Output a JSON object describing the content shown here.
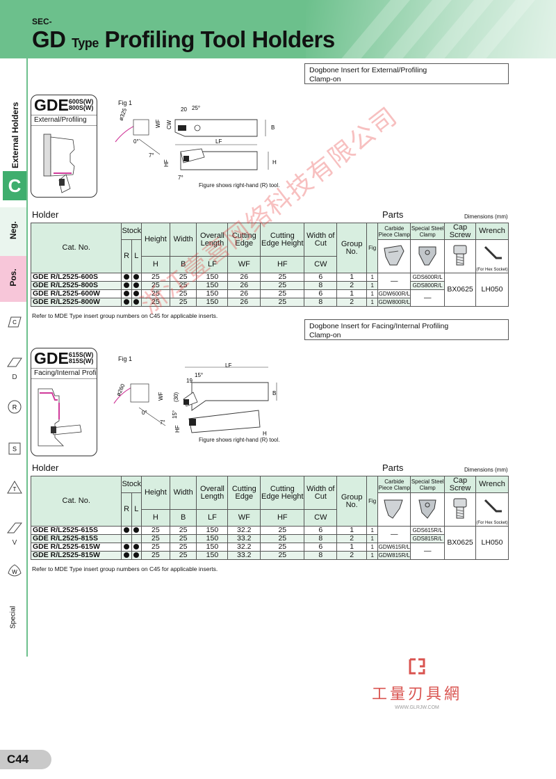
{
  "header": {
    "sec": "SEC-",
    "title_part1": "GD",
    "title_type": "Type",
    "title_part2": "Profiling Tool Holders"
  },
  "sidebar": {
    "external": "External Holders",
    "c": "C",
    "neg": "Neg.",
    "pos": "Pos.",
    "items": [
      "C",
      "D",
      "R",
      "S",
      "T",
      "V",
      "W"
    ],
    "special": "Special"
  },
  "section1": {
    "desc_line1": "Dogbone Insert for External/Profiling",
    "desc_line2": "Clamp-on",
    "model_main": "GDE",
    "model_sub1": "600S(W)",
    "model_sub2": "800S(W)",
    "model_caption": "External/Profiling",
    "fig": "Fig 1",
    "fig_note": "Figure shows right-hand (R) tool.",
    "dims": {
      "d1": "ø325",
      "d2": "20",
      "d3": "25°",
      "d4": "WF",
      "d5": "CW",
      "d6": "B",
      "d7": "LF",
      "d8": "0°",
      "d9": "7°",
      "d10": "HF",
      "d11": "H",
      "d12": "7°"
    },
    "holder_label": "Holder",
    "parts_label": "Parts",
    "dims_note": "Dimensions (mm)",
    "note": "Refer to MDE Type insert group numbers on C45 for applicable inserts.",
    "rows": [
      {
        "cat": "GDE R/L2525-600S",
        "r": true,
        "l": true,
        "h": "25",
        "b": "25",
        "lf": "150",
        "wf": "26",
        "hf": "25",
        "cw": "6",
        "grp": "1",
        "fig": "1",
        "carbide": "",
        "steel": "GDS600R/L"
      },
      {
        "cat": "GDE R/L2525-800S",
        "r": true,
        "l": true,
        "h": "25",
        "b": "25",
        "lf": "150",
        "wf": "26",
        "hf": "25",
        "cw": "8",
        "grp": "2",
        "fig": "1",
        "carbide": "",
        "steel": "GDS800R/L"
      },
      {
        "cat": "GDE R/L2525-600W",
        "r": true,
        "l": true,
        "h": "25",
        "b": "25",
        "lf": "150",
        "wf": "26",
        "hf": "25",
        "cw": "6",
        "grp": "1",
        "fig": "1",
        "carbide": "GDW600R/L",
        "steel": "—"
      },
      {
        "cat": "GDE R/L2525-800W",
        "r": true,
        "l": true,
        "h": "25",
        "b": "25",
        "lf": "150",
        "wf": "26",
        "hf": "25",
        "cw": "8",
        "grp": "2",
        "fig": "1",
        "carbide": "GDW800R/L",
        "steel": ""
      }
    ],
    "carbide_dash": "—",
    "screw": "BX0625",
    "wrench": "LH050"
  },
  "section2": {
    "desc_line1": "Dogbone Insert for Facing/Internal Profiling",
    "desc_line2": "Clamp-on",
    "model_main": "GDE",
    "model_sub1": "615S(W)",
    "model_sub2": "815S(W)",
    "model_caption": "Facing/Internal Profiling",
    "fig": "Fig 1",
    "fig_note": "Figure shows right-hand (R) tool.",
    "dims": {
      "d1": "ø260",
      "d2": "LF",
      "d3": "15°",
      "d4": "19",
      "d5": "WF",
      "d6": "(30)",
      "d7": "B",
      "d8": "15°",
      "d9": "0°",
      "d10": "7°",
      "d11": "HF",
      "d12": "H"
    },
    "holder_label": "Holder",
    "parts_label": "Parts",
    "dims_note": "Dimensions (mm)",
    "note": "Refer to MDE Type insert group numbers on C45 for applicable inserts.",
    "rows": [
      {
        "cat": "GDE R/L2525-615S",
        "r": true,
        "l": true,
        "h": "25",
        "b": "25",
        "lf": "150",
        "wf": "32.2",
        "hf": "25",
        "cw": "6",
        "grp": "1",
        "fig": "1",
        "carbide": "",
        "steel": "GDS615R/L"
      },
      {
        "cat": "GDE R/L2525-815S",
        "r": false,
        "l": false,
        "h": "25",
        "b": "25",
        "lf": "150",
        "wf": "33.2",
        "hf": "25",
        "cw": "8",
        "grp": "2",
        "fig": "1",
        "carbide": "",
        "steel": "GDS815R/L"
      },
      {
        "cat": "GDE R/L2525-615W",
        "r": true,
        "l": true,
        "h": "25",
        "b": "25",
        "lf": "150",
        "wf": "32.2",
        "hf": "25",
        "cw": "6",
        "grp": "1",
        "fig": "1",
        "carbide": "GDW615R/L",
        "steel": "—"
      },
      {
        "cat": "GDE R/L2525-815W",
        "r": true,
        "l": true,
        "h": "25",
        "b": "25",
        "lf": "150",
        "wf": "33.2",
        "hf": "25",
        "cw": "8",
        "grp": "2",
        "fig": "1",
        "carbide": "GDW815R/L",
        "steel": ""
      }
    ],
    "carbide_dash": "—",
    "screw": "BX0625",
    "wrench": "LH050"
  },
  "table_headers": {
    "cat": "Cat. No.",
    "stock": "Stock",
    "r": "R",
    "l": "L",
    "height": "Height",
    "width": "Width",
    "overall": "Overall Length",
    "cutting_edge": "Cutting Edge",
    "cutting_height": "Cutting Edge Height",
    "width_cut": "Width of Cut",
    "group": "Group No.",
    "fig": "Fig",
    "carbide": "Carbide Piece Clamp",
    "steel": "Special Steel Clamp",
    "screw": "Cap Screw",
    "wrench": "Wrench",
    "wrench_note": "(For Hex Socket)",
    "sym_h": "H",
    "sym_b": "B",
    "sym_lf": "LF",
    "sym_wf": "WF",
    "sym_hf": "HF",
    "sym_cw": "CW"
  },
  "watermark": "浙江壹喜网络科技有限公司",
  "logo": {
    "cn": "工量刃具網",
    "url": "WWW.GLRJW.COM"
  },
  "page_number": "C44",
  "colors": {
    "brand_green": "#6cc08c",
    "tab_green": "#3fae6e",
    "tab_pink": "#f7c6d9",
    "header_fill": "#d8eee0"
  }
}
